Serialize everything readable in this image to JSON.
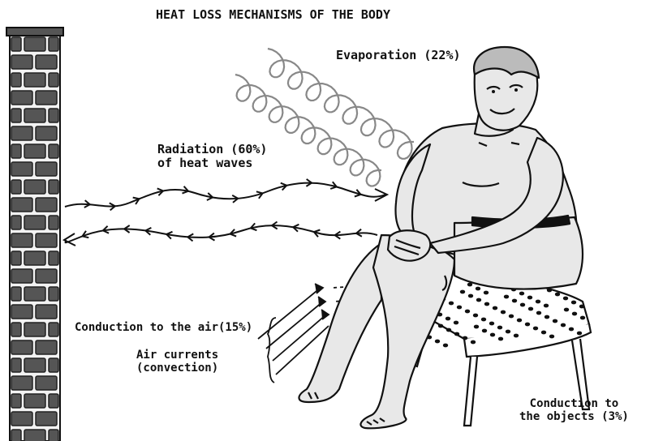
{
  "title": "HEAT LOSS MECHANISMS OF THE BODY",
  "labels": {
    "evaporation": "Evaporation (22%)",
    "radiation_line1": "Radiation (60%)",
    "radiation_line2": "of heat waves",
    "conduction_air": "Conduction to the air(15%)",
    "convection_line1": "Air currents",
    "convection_line2": "(convection)",
    "conduction_objects_line1": "Conduction to",
    "conduction_objects_line2": "the objects (3%)"
  },
  "mechanisms": [
    {
      "name": "Radiation",
      "percent": 60
    },
    {
      "name": "Evaporation",
      "percent": 22
    },
    {
      "name": "Conduction to the air",
      "percent": 15
    },
    {
      "name": "Conduction to the objects",
      "percent": 3
    }
  ],
  "colors": {
    "ink": "#111111",
    "skin": "#e8e8e8",
    "brick": "#555555",
    "mortar": "#f2f2f2",
    "vapor": "#888888"
  }
}
